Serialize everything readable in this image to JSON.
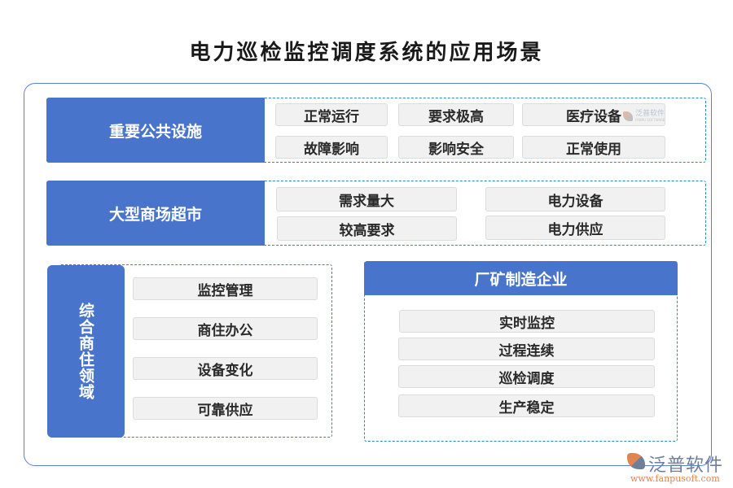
{
  "title": "电力巡检监控调度系统的应用场景",
  "sections": [
    {
      "heading": "重要公共设施",
      "items": [
        "正常运行",
        "要求极高",
        "医疗设备",
        "故障影响",
        "影响安全",
        "正常使用"
      ]
    },
    {
      "heading": "大型商场超市",
      "items": [
        "需求量大",
        "电力设备",
        "较高要求",
        "电力供应"
      ]
    },
    {
      "heading": "综合商住领域",
      "items": [
        "监控管理",
        "商住办公",
        "设备变化",
        "可靠供应"
      ]
    },
    {
      "heading": "厂矿制造企业",
      "items": [
        "实时监控",
        "过程连续",
        "巡检调度",
        "生产稳定"
      ]
    }
  ],
  "watermark": {
    "small_text": "泛普软件",
    "small_sub": "FANPU SOFTWARE",
    "logo_name": "泛普软件",
    "logo_url": "www.fanpusoft.com"
  },
  "colors": {
    "header_blue": "#4874cb",
    "dashed_border": "#2a86c8",
    "frame_border": "#5b7fd6",
    "chip_bg": "#f1f1f1"
  }
}
